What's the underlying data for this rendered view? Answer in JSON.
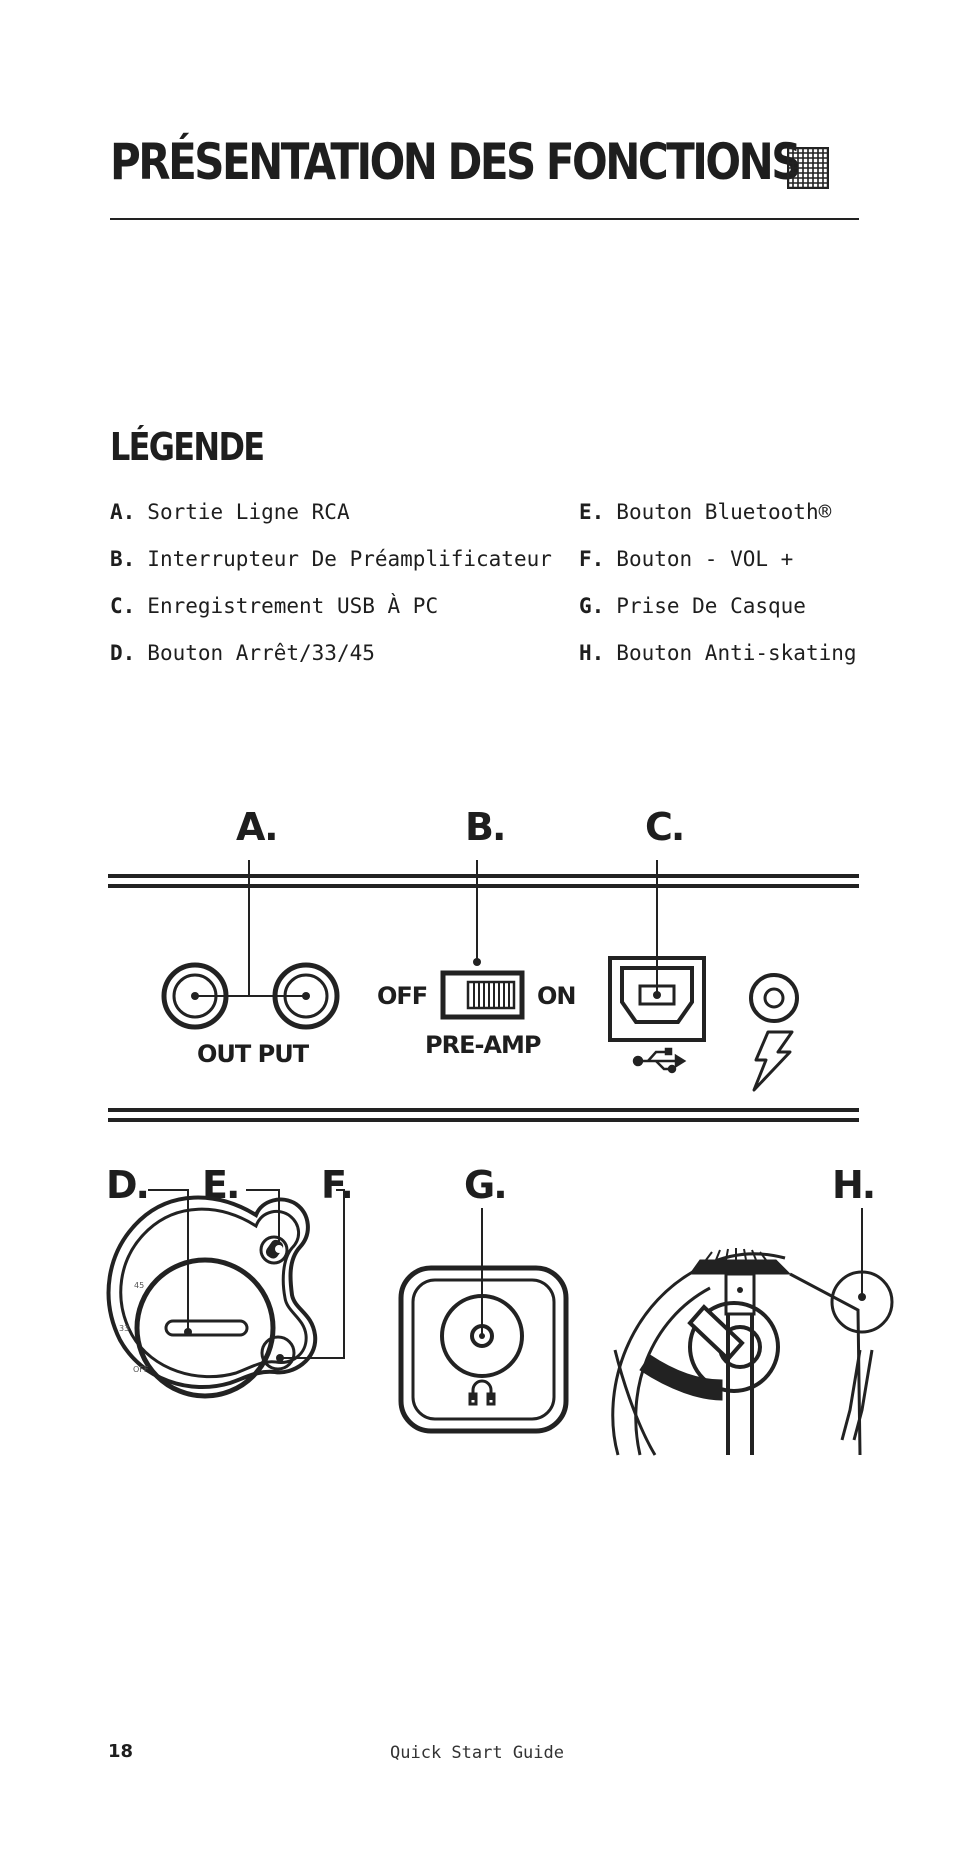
{
  "page": {
    "title": "PRÉSENTATION DES FONCTIONS",
    "legend_title": "LÉGENDE",
    "page_number": "18",
    "footer": "Quick Start Guide"
  },
  "legend": {
    "left": [
      {
        "letter": "A.",
        "text": "Sortie Ligne RCA"
      },
      {
        "letter": "B.",
        "text": "Interrupteur De Préamplificateur"
      },
      {
        "letter": "C.",
        "text": "Enregistrement USB À PC"
      },
      {
        "letter": "D.",
        "text": "Bouton Arrêt/33/45"
      }
    ],
    "right": [
      {
        "letter": "E.",
        "text": "Bouton Bluetooth®"
      },
      {
        "letter": "F.",
        "text": "Bouton - VOL +"
      },
      {
        "letter": "G.",
        "text": "Prise De Casque"
      },
      {
        "letter": "H.",
        "text": "Bouton Anti-skating"
      }
    ]
  },
  "diagram": {
    "letters": [
      "A.",
      "B.",
      "C.",
      "D.",
      "E.",
      "F.",
      "G.",
      "H."
    ],
    "panel": {
      "output": "OUT PUT",
      "off": "OFF",
      "on": "ON",
      "preamp": "PRE-AMP"
    },
    "knob": {
      "speed_45": "45",
      "speed_33": "33",
      "speed_off": "OFF"
    },
    "icons": [
      "grid-icon",
      "usb-icon",
      "power-bolt-icon",
      "headphone-icon"
    ]
  }
}
